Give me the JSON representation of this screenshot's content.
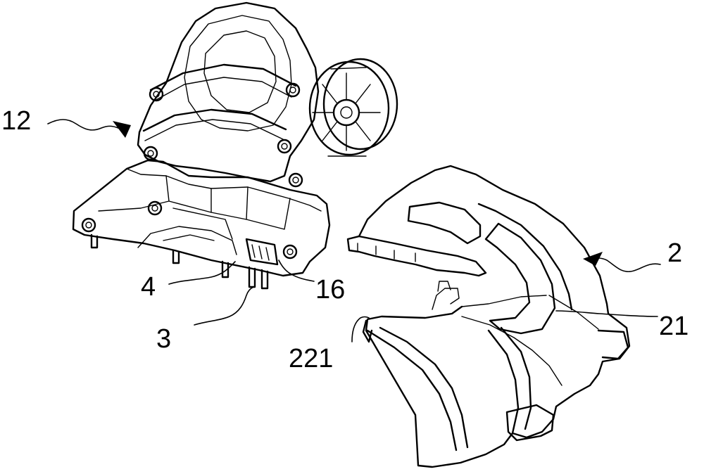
{
  "labels": {
    "l12": "12",
    "l2": "2",
    "l4": "4",
    "l16": "16",
    "l3": "3",
    "l21": "21",
    "l221": "221"
  },
  "colors": {
    "line": "#000000",
    "background": "#ffffff"
  }
}
